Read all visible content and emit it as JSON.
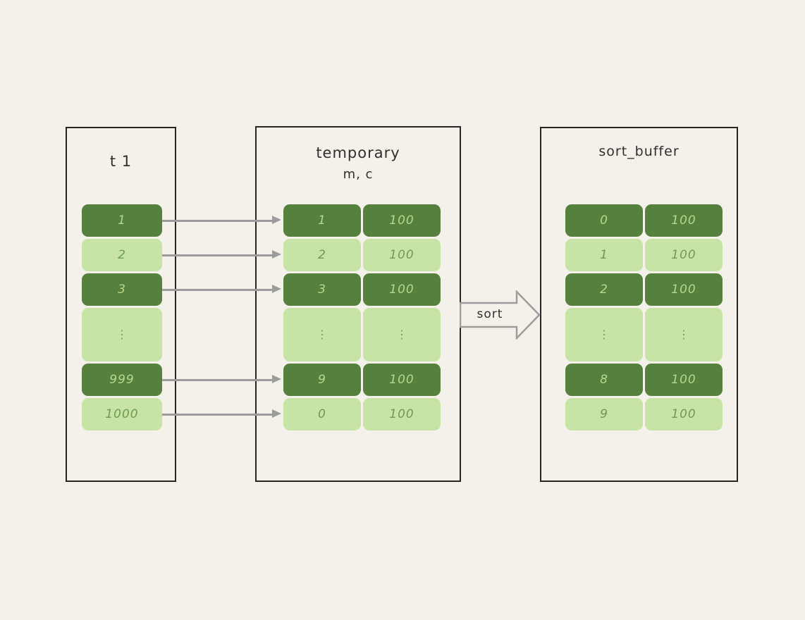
{
  "colors": {
    "background": "#f3f1ea",
    "box_border": "#262626",
    "cell_dark": "#55803e",
    "cell_light": "#c7e3a5",
    "text_on_dark": "#b7d78c",
    "text_on_light": "#6f9b51",
    "connector": "#9c9c9c",
    "title_text": "#2f2f2f"
  },
  "tables": [
    {
      "title": "t 1",
      "rows": [
        {
          "cells": [
            "1"
          ]
        },
        {
          "cells": [
            "2"
          ]
        },
        {
          "cells": [
            "3"
          ]
        },
        {
          "cells": [
            "⋮"
          ]
        },
        {
          "cells": [
            "999"
          ]
        },
        {
          "cells": [
            "1000"
          ]
        }
      ]
    },
    {
      "title": "temporary",
      "subtitle": "m, c",
      "rows": [
        {
          "cells": [
            "1",
            "100"
          ]
        },
        {
          "cells": [
            "2",
            "100"
          ]
        },
        {
          "cells": [
            "3",
            "100"
          ]
        },
        {
          "cells": [
            "⋮",
            "⋮"
          ]
        },
        {
          "cells": [
            "9",
            "100"
          ]
        },
        {
          "cells": [
            "0",
            "100"
          ]
        }
      ]
    },
    {
      "title": "sort_buffer",
      "rows": [
        {
          "cells": [
            "0",
            "100"
          ]
        },
        {
          "cells": [
            "1",
            "100"
          ]
        },
        {
          "cells": [
            "2",
            "100"
          ]
        },
        {
          "cells": [
            "⋮",
            "⋮"
          ]
        },
        {
          "cells": [
            "8",
            "100"
          ]
        },
        {
          "cells": [
            "9",
            "100"
          ]
        }
      ]
    }
  ],
  "sort_arrow": {
    "label": "sort"
  }
}
